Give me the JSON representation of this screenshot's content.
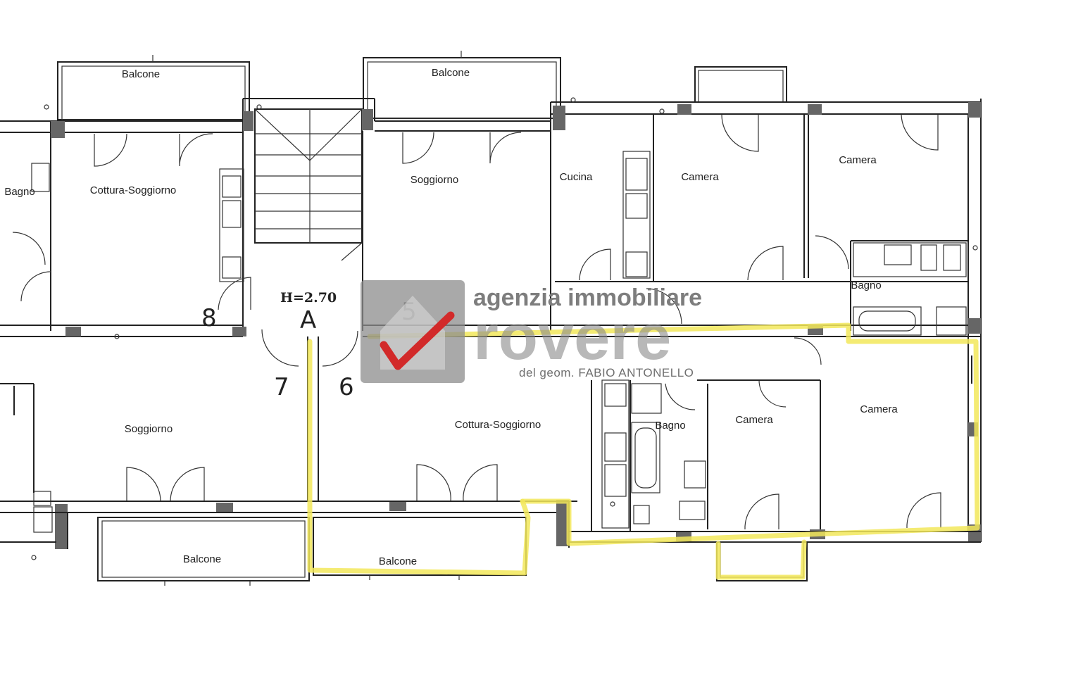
{
  "rooms": {
    "balcone_top_left": "Balcone",
    "balcone_top_mid": "Balcone",
    "bagno_left": "Bagno",
    "cottura_soggiorno_top": "Cottura-Soggiorno",
    "soggiorno_top": "Soggiorno",
    "cucina": "Cucina",
    "camera_top_mid": "Camera",
    "camera_top_right": "Camera",
    "bagno_top_right": "Bagno",
    "soggiorno_bottom": "Soggiorno",
    "cottura_soggiorno_bottom": "Cottura-Soggiorno",
    "bagno_bottom": "Bagno",
    "camera_bottom_mid": "Camera",
    "camera_bottom_right": "Camera",
    "balcone_bottom_left": "Balcone",
    "balcone_bottom_mid": "Balcone"
  },
  "stair": {
    "height_label": "H=2.70",
    "block_letter": "A",
    "unit_8": "8",
    "unit_7": "7",
    "unit_6": "6",
    "unit_5": "5"
  },
  "watermark": {
    "agency": "agenzia immobiliare",
    "brand": "rovere",
    "subtitle": "del geom. FABIO ANTONELLO"
  },
  "colors": {
    "highlight": "#f2e85a",
    "logo_red": "#d22a2a",
    "logo_grey": "#7a7a7a"
  }
}
